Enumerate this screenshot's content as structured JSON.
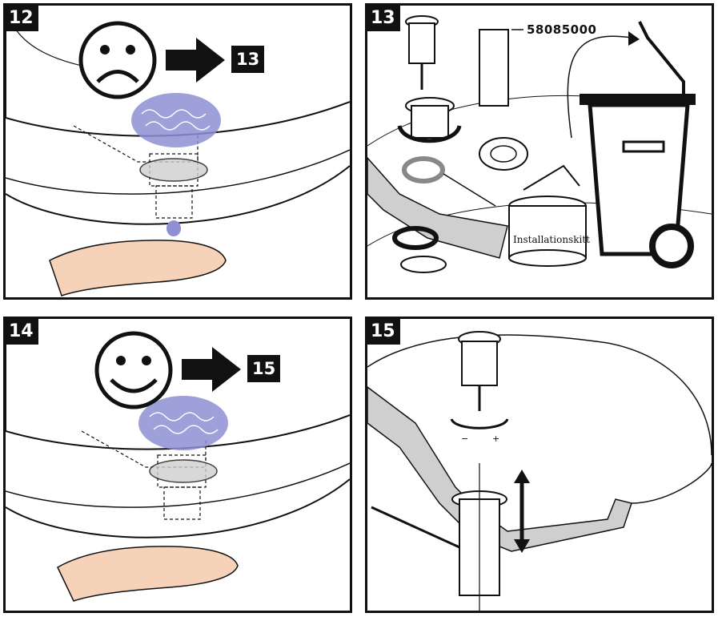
{
  "panels": [
    {
      "step": "12",
      "goto": "13",
      "mood": "sad"
    },
    {
      "step": "13",
      "part_number": "58085000",
      "product_label": "Installationskitt"
    },
    {
      "step": "14",
      "goto": "15",
      "mood": "happy"
    },
    {
      "step": "15",
      "minus": "−",
      "plus": "+"
    }
  ],
  "colors": {
    "line": "#111111",
    "water": "#8d8fd2",
    "skin": "#f6d2b8",
    "gray": "#cfcfcf"
  }
}
